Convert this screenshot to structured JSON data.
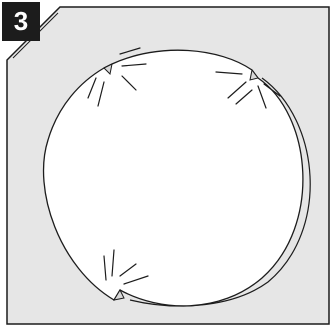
{
  "step": {
    "number": "3"
  },
  "panel": {
    "background_color": "#e6e6e6",
    "border_color": "#1c1c1c"
  },
  "illustration": {
    "subject": "round-disc-with-notches",
    "notch_count": 3,
    "disc_fill": "#ffffff",
    "disc_stroke": "#1c1c1c"
  }
}
